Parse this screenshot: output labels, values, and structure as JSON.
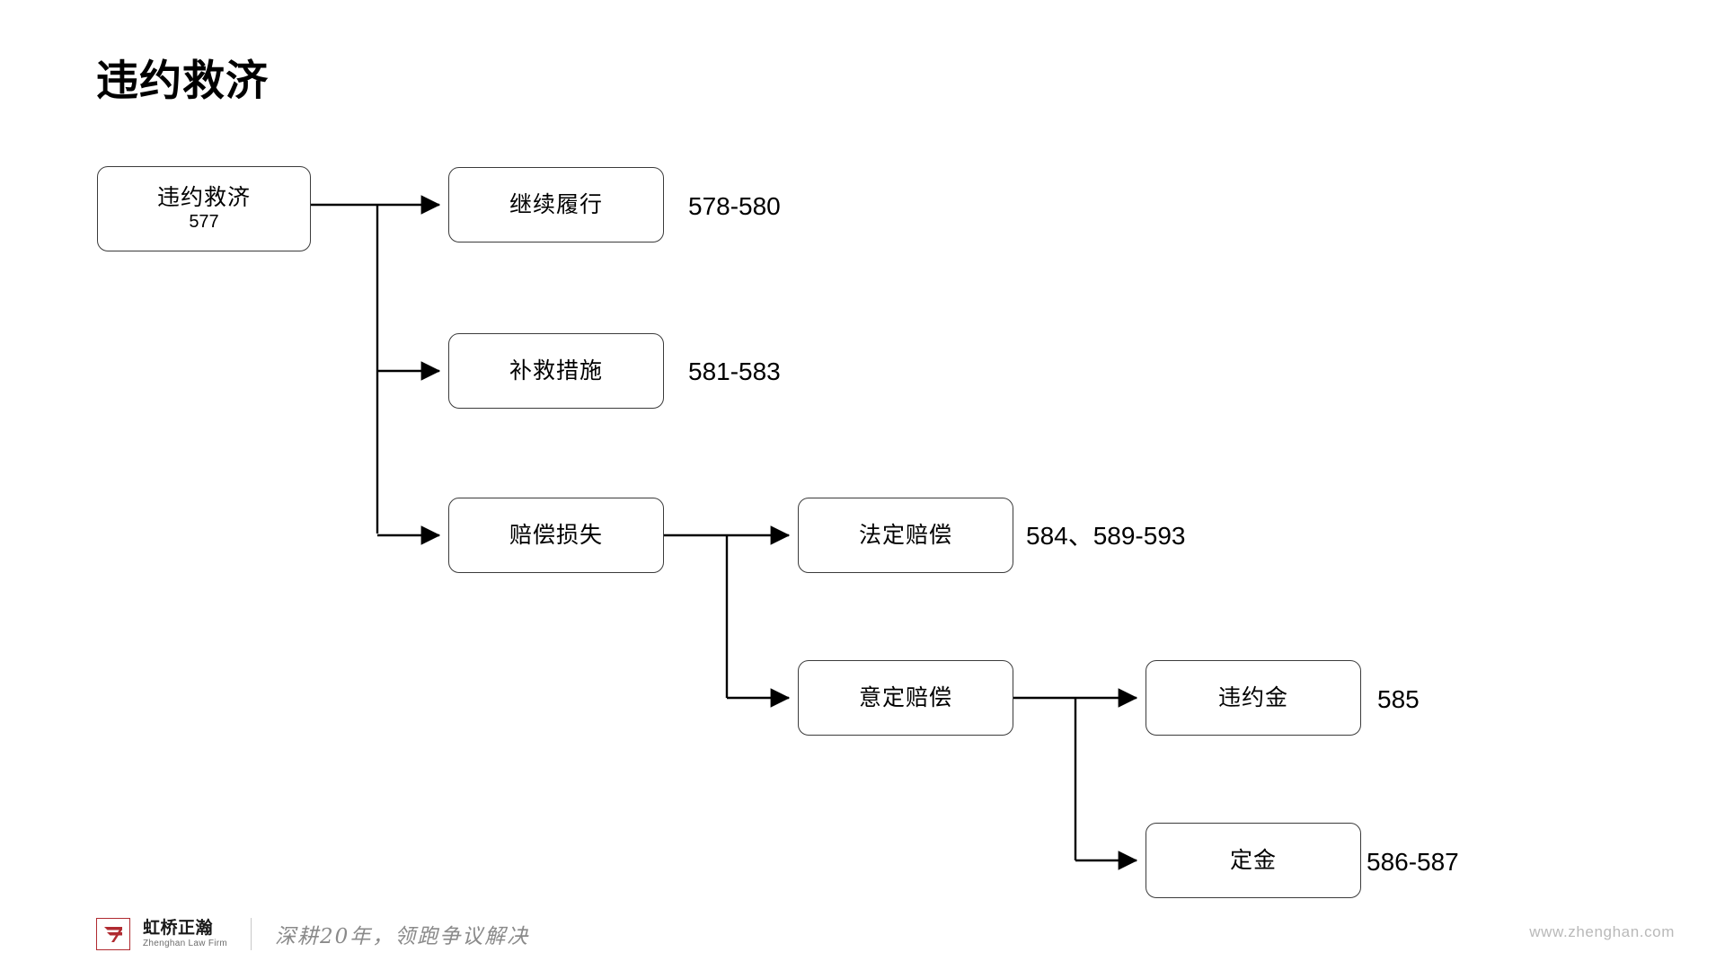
{
  "slide": {
    "title": "违约救济",
    "background_color": "#ffffff"
  },
  "diagram": {
    "type": "flowchart",
    "orientation": "left-to-right",
    "node_border_color": "#3b3b3b",
    "nodes": [
      {
        "id": "root",
        "label": "违约救济",
        "sub": "577",
        "ref": ""
      },
      {
        "id": "perform",
        "label": "继续履行",
        "sub": "",
        "ref": "578-580"
      },
      {
        "id": "remedy",
        "label": "补救措施",
        "sub": "",
        "ref": "581-583"
      },
      {
        "id": "damages",
        "label": "赔偿损失",
        "sub": "",
        "ref": ""
      },
      {
        "id": "statutory",
        "label": "法定赔偿",
        "sub": "",
        "ref": "584、589-593"
      },
      {
        "id": "agreed",
        "label": "意定赔偿",
        "sub": "",
        "ref": ""
      },
      {
        "id": "penalty",
        "label": "违约金",
        "sub": "",
        "ref": "585"
      },
      {
        "id": "deposit",
        "label": "定金",
        "sub": "",
        "ref": "586-587"
      }
    ],
    "edges": [
      {
        "from": "root",
        "to": "perform"
      },
      {
        "from": "root",
        "to": "remedy"
      },
      {
        "from": "root",
        "to": "damages"
      },
      {
        "from": "damages",
        "to": "statutory"
      },
      {
        "from": "damages",
        "to": "agreed"
      },
      {
        "from": "agreed",
        "to": "penalty"
      },
      {
        "from": "agreed",
        "to": "deposit"
      }
    ]
  },
  "footer": {
    "brand_cn": "虹桥正瀚",
    "brand_en": "Zhenghan Law Firm",
    "slogan": "深耕20年，领跑争议解决",
    "url": "www.zhenghan.com",
    "brand_color": "#b02a30"
  }
}
